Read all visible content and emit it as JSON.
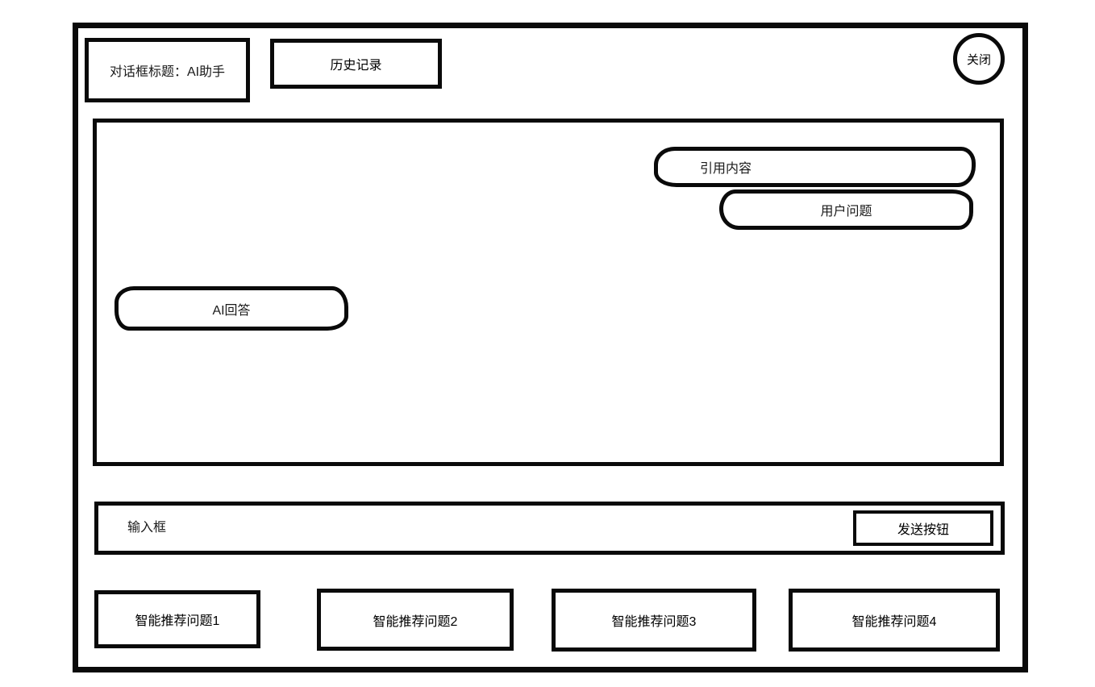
{
  "dialog": {
    "title": "对话框标题：AI助手",
    "history_label": "历史记录",
    "close_label": "关闭"
  },
  "chat": {
    "quote_label": "引用内容",
    "user_question_label": "用户问题",
    "ai_answer_label": "AI回答"
  },
  "input": {
    "placeholder": "输入框",
    "send_label": "发送按钮"
  },
  "suggestions": [
    {
      "label": "智能推荐问题1"
    },
    {
      "label": "智能推荐问题2"
    },
    {
      "label": "智能推荐问题3"
    },
    {
      "label": "智能推荐问题4"
    }
  ],
  "colors": {
    "stroke": "#0a0a0a",
    "background": "#ffffff",
    "text": "#1a1a1a"
  }
}
